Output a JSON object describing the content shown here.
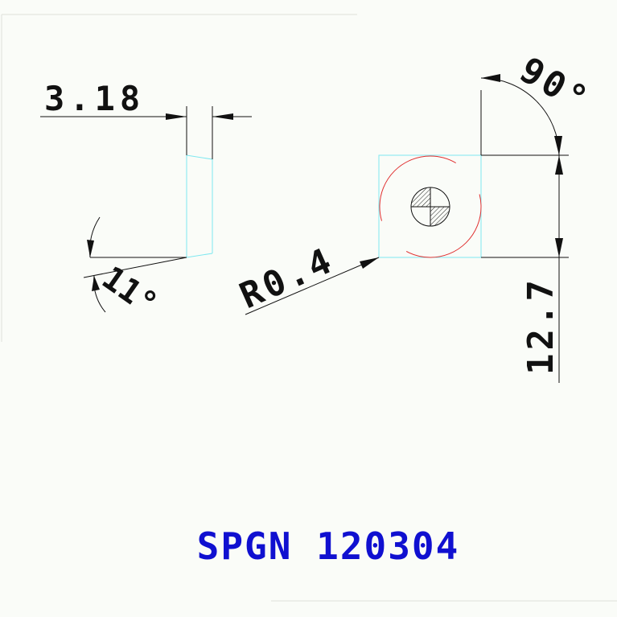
{
  "drawing": {
    "thickness_label": "3.18",
    "clearance_angle_label": "11°",
    "corner_radius_label": "R0.4",
    "corner_angle_label": "90°",
    "inscribed_circle_label": "12.7",
    "insert_code_label": "SPGN 120304"
  },
  "colors": {
    "background": "#fafcf8",
    "dimension_lines": "#111111",
    "insert_outline": "#7fe8f0",
    "inscribed_circle": "#e03030",
    "title": "#1010d0"
  }
}
